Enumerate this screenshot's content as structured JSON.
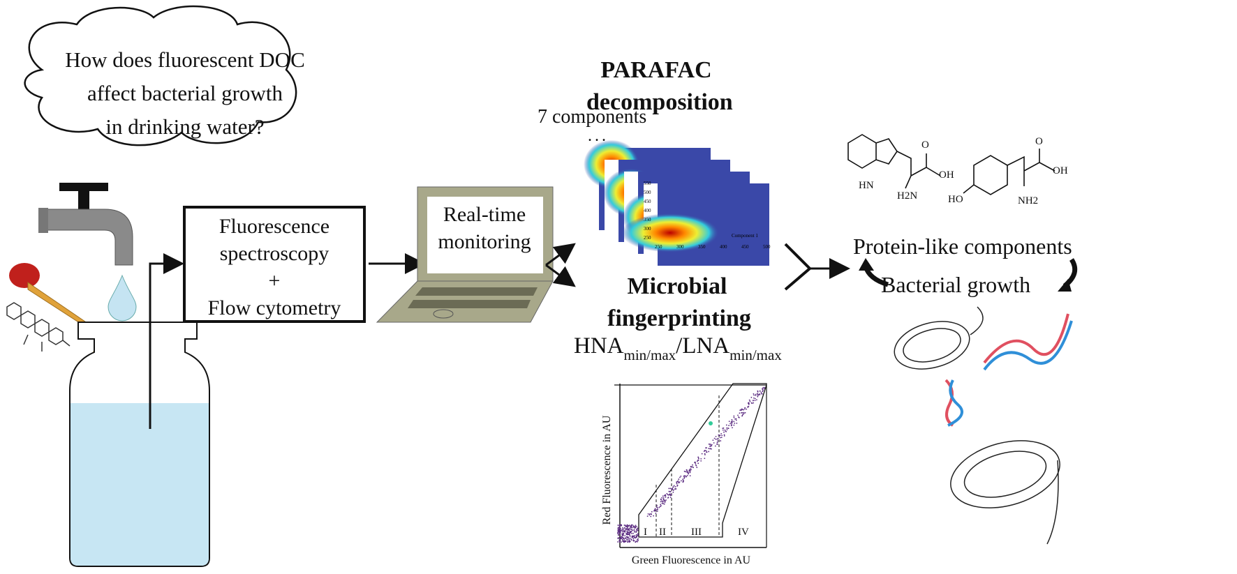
{
  "question": {
    "lines": [
      "How does fluorescent DOC",
      "affect bacterial growth",
      "in drinking water?"
    ]
  },
  "measurement_box": {
    "lines": [
      "Fluorescence",
      "spectroscopy",
      "+",
      "Flow cytometry"
    ]
  },
  "laptop_screen": {
    "lines": [
      "Real-time",
      "monitoring"
    ]
  },
  "parafac": {
    "title_lines": [
      "PARAFAC",
      "decomposition"
    ],
    "count_label": "7 components",
    "ellipsis": "...",
    "component_label": "Component 1",
    "y_ticks": [
      "550",
      "500",
      "450",
      "400",
      "350",
      "300",
      "250"
    ],
    "x_ticks": [
      "250",
      "300",
      "350",
      "400",
      "450",
      "500"
    ]
  },
  "fingerprint": {
    "title_lines": [
      "Microbial",
      "fingerprinting"
    ],
    "hna": "HNA",
    "lna": "LNA",
    "subscript": "min/max",
    "slash": "/",
    "xlabel": "Green Fluorescence in AU",
    "ylabel": "Red Fluorescence in AU",
    "gates": [
      "I",
      "II",
      "III",
      "IV"
    ]
  },
  "outcome": {
    "line1": "Protein-like components",
    "line2": "Bacterial growth"
  },
  "molecules": {
    "trp_labels": [
      "HN",
      "H2N",
      "O",
      "OH"
    ],
    "tyr_labels": [
      "HO",
      "NH2",
      "O",
      "OH"
    ]
  }
}
